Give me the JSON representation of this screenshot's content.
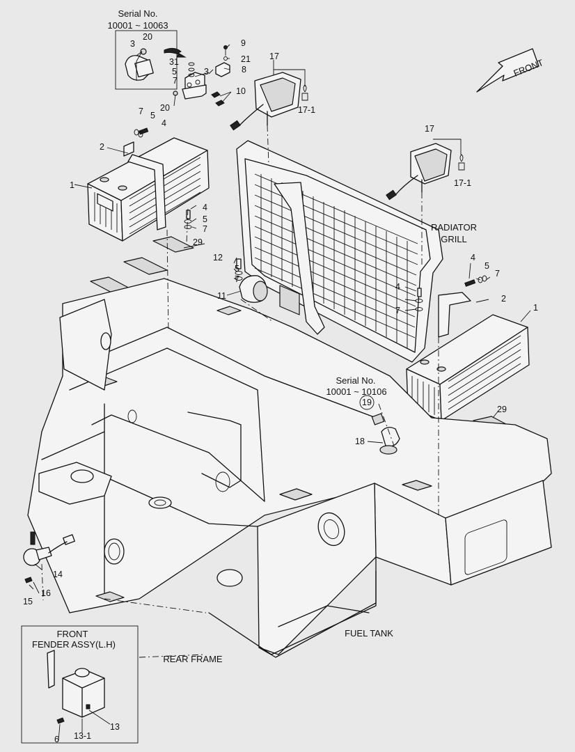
{
  "serial_top": {
    "title": "Serial No.",
    "range": "10001 ~ 10063"
  },
  "serial_mid": {
    "title": "Serial No.",
    "range": "10001 ~ 10106"
  },
  "front_arrow": "FRONT",
  "labels": {
    "radiator_line1": "RADIATOR",
    "radiator_line2": "GRILL",
    "fuel_tank": "FUEL TANK",
    "rear_frame": "REAR FRAME",
    "inset_line1": "FRONT",
    "inset_line2": "FENDER ASSY(L.H)"
  },
  "callouts": {
    "c1": "1",
    "c1b": "1",
    "c2": "2",
    "c2b": "2",
    "c3a": "3",
    "c3b": "3",
    "c4a": "4",
    "c4b": "4",
    "c4c": "4",
    "c4d": "4",
    "c5a": "5",
    "c5b": "5",
    "c5c": "5",
    "c5d": "5",
    "c5e": "5",
    "c6": "6",
    "c7a": "7",
    "c7b": "7",
    "c7c": "7",
    "c7d": "7",
    "c7e": "7",
    "c7f": "7",
    "c8": "8",
    "c9": "9",
    "c10": "10",
    "c11": "11",
    "c12": "12",
    "c13": "13",
    "c13_1": "13-1",
    "c14": "14",
    "c15": "15",
    "c16": "16",
    "c17a": "17",
    "c17b": "17",
    "c17_1a": "17-1",
    "c17_1b": "17-1",
    "c18": "18",
    "c19": "19",
    "c20a": "20",
    "c20b": "20",
    "c21": "21",
    "c29a": "29",
    "c29b": "29",
    "c31": "31"
  }
}
